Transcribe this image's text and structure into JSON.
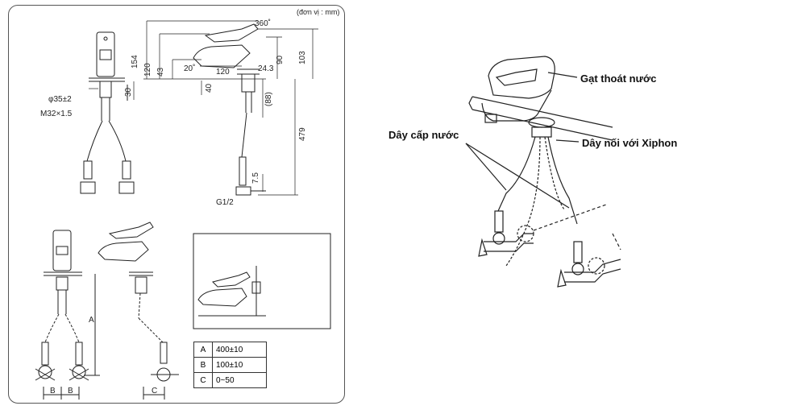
{
  "unit_note": "(đơn vị : mm)",
  "dimensions": {
    "angle_360": "360˚",
    "d154": "154",
    "d120a": "120",
    "d43": "43",
    "d20": "20˚",
    "d120b": "120",
    "d24_3": "24.3",
    "d90": "90",
    "d103": "103",
    "d40": "40",
    "d30": "30",
    "d88": "(88)",
    "d479": "479",
    "d7_5": "7.5",
    "phi": "φ35±2",
    "thread": "M32×1.5",
    "g12": "G1/2",
    "A": "A",
    "B1": "B",
    "B2": "B",
    "C": "C"
  },
  "spec_table": [
    {
      "key": "A",
      "value": "400±10"
    },
    {
      "key": "B",
      "value": "100±10"
    },
    {
      "key": "C",
      "value": "0~50"
    }
  ],
  "labels": {
    "drain_lever": "Gạt thoát nước",
    "supply_hose": "Dây cấp nước",
    "siphon_connector": "Dây nối với Xiphon"
  }
}
